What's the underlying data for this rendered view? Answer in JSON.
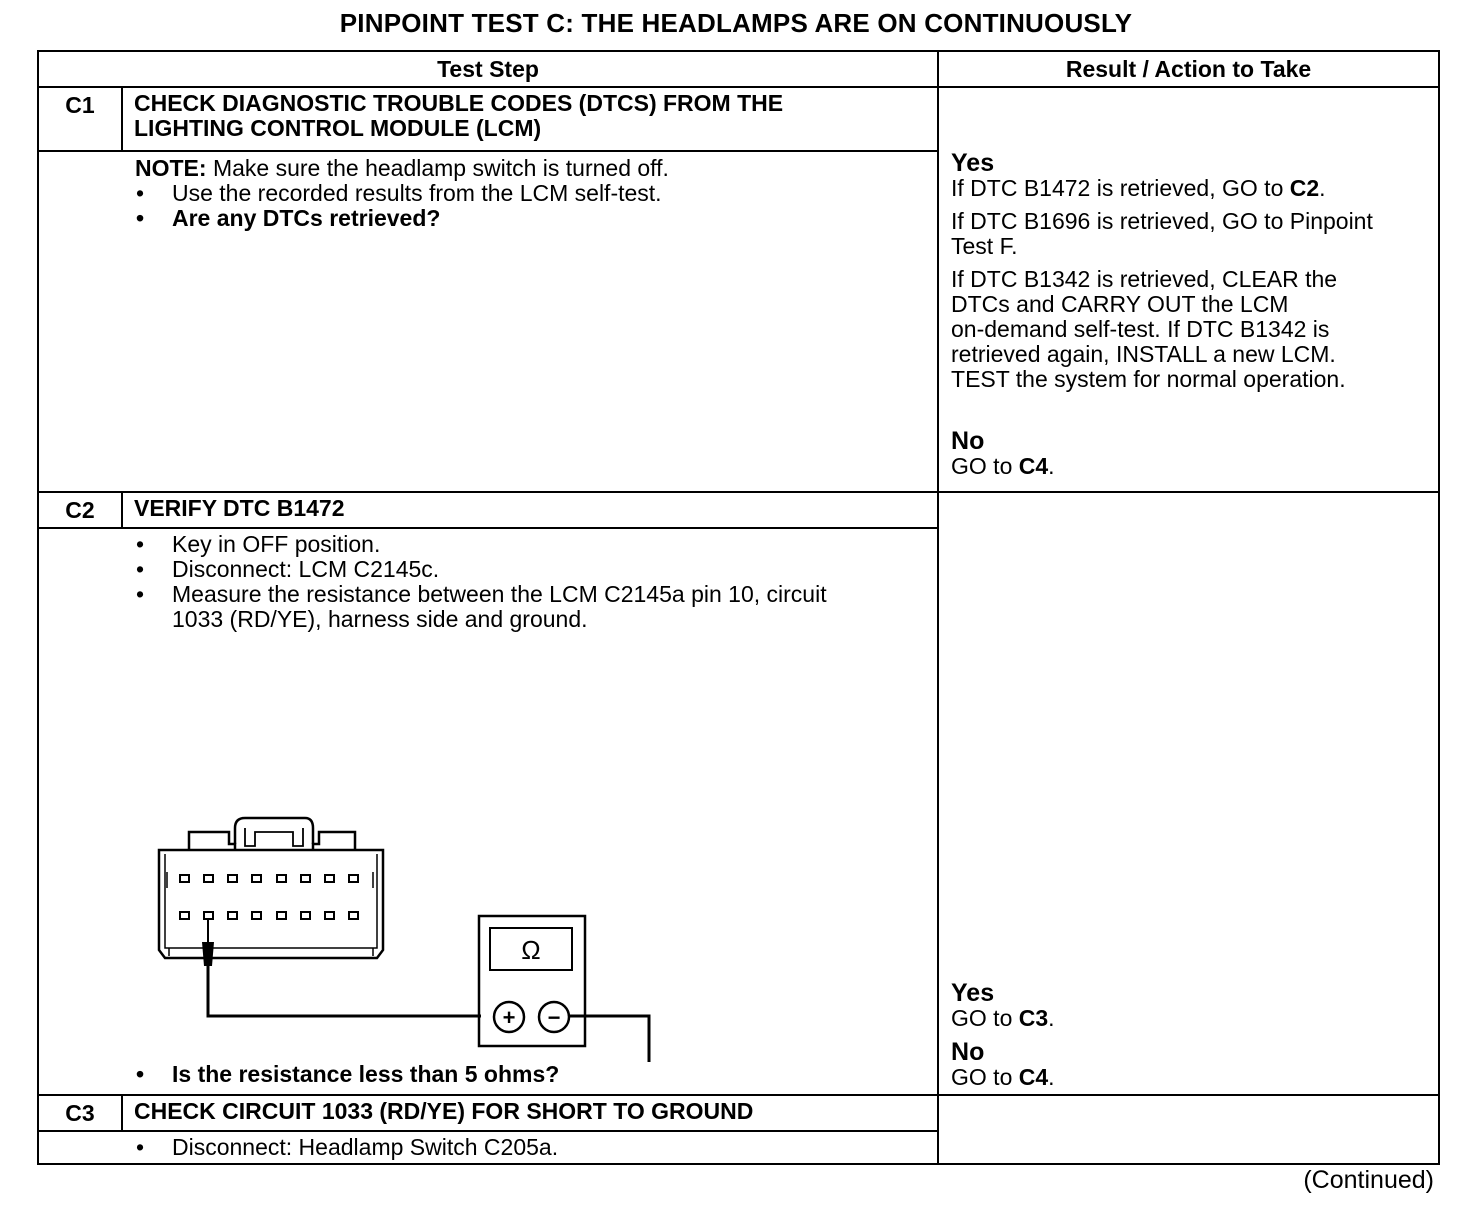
{
  "title": "PINPOINT TEST  C: THE HEADLAMPS ARE ON CONTINUOUSLY",
  "header": {
    "step": "Test Step",
    "result": "Result / Action to Take"
  },
  "c1": {
    "id": "C1",
    "title_line1": "CHECK DIAGNOSTIC TROUBLE CODES (DTCS) FROM THE",
    "title_line2": "LIGHTING CONTROL MODULE (LCM)",
    "note_label": "NOTE:",
    "note_text": " Make sure the headlamp switch is turned off.",
    "bullet1": "Use the recorded results from the LCM self-test.",
    "bullet2": "Are any DTCs retrieved?",
    "yes": "Yes",
    "r1_pre": "If DTC B1472 is retrieved, GO to ",
    "r1_b": "C2",
    "r1_post": ".",
    "r2_line1": "If DTC B1696 is retrieved, GO to Pinpoint",
    "r2_line2": "Test F.",
    "r3_line1": "If DTC B1342 is retrieved, CLEAR the",
    "r3_line2": "DTCs and CARRY OUT the LCM",
    "r3_line3": "on-demand self-test. If DTC B1342 is",
    "r3_line4": "retrieved again, INSTALL a new LCM.",
    "r3_line5": "TEST the system  for normal operation.",
    "no": "No",
    "no_pre": "GO to ",
    "no_b": "C4",
    "no_post": "."
  },
  "c2": {
    "id": "C2",
    "title": "VERIFY DTC B1472",
    "bullet1": "Key in OFF position.",
    "bullet2": "Disconnect: LCM C2145c.",
    "bullet3_line1": "Measure the resistance between the LCM C2145a pin 10, circuit",
    "bullet3_line2": "1033 (RD/YE), harness side and ground.",
    "figure_id": "A0048272",
    "meter_symbol": "Ω",
    "plus": "+",
    "minus": "−",
    "question": "Is the resistance less than 5 ohms?",
    "yes": "Yes",
    "yes_pre": "GO to ",
    "yes_b": "C3",
    "yes_post": ".",
    "no": "No",
    "no_pre": "GO to ",
    "no_b": "C4",
    "no_post": "."
  },
  "c3": {
    "id": "C3",
    "title": "CHECK CIRCUIT 1033 (RD/YE) FOR SHORT TO GROUND",
    "bullet1": "Disconnect: Headlamp Switch C205a."
  },
  "continued": "(Continued)"
}
